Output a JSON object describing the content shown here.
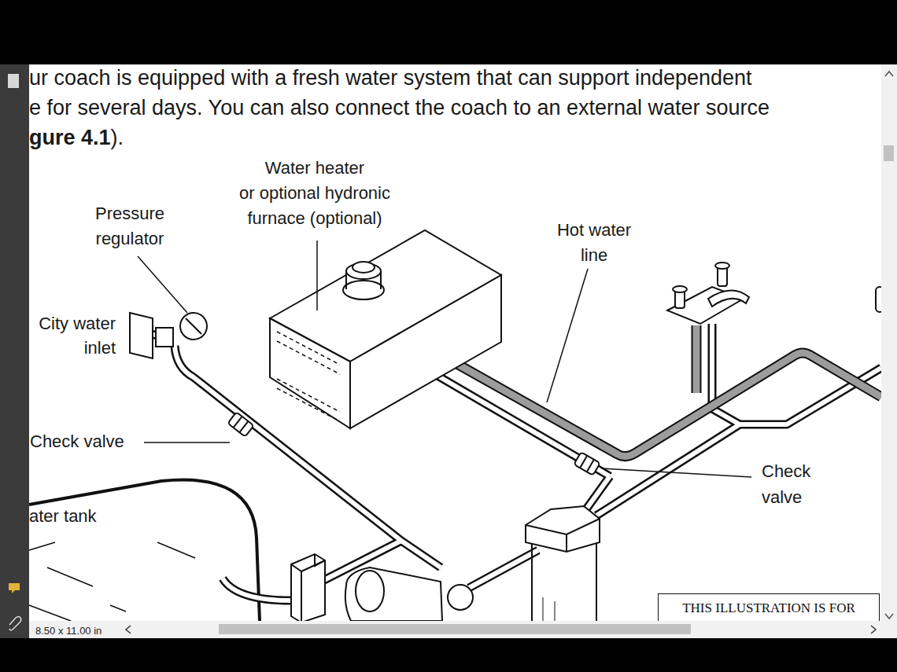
{
  "diagram": {
    "nodes": [
      {
        "text": [
          "THIS ILLUSTRATION IS FOR"
        ]
      }
    ],
    "labels": [
      "ur coach is equipped with a fresh water system that can support independent",
      "e for several days. You can also connect the coach to an external water source",
      "gure 4.1",
      ").",
      "Water heater or optional hydronic furnace (optional)",
      "Pressure regulator",
      "Hot water line",
      "City water inlet",
      "Check valve",
      "Check valve",
      "ater tank",
      "8.50 x 11.00 in"
    ]
  }
}
